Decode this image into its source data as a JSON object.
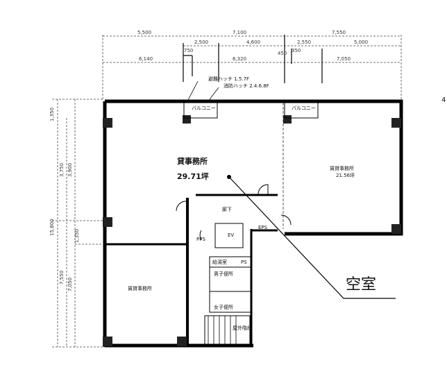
{
  "dimensions_top": {
    "row1": [
      "5,500",
      "7,100",
      "7,550"
    ],
    "row2": [
      "2,500",
      "4,600",
      "2,550",
      "5,000"
    ],
    "row3": [
      "750",
      "6,140",
      "6,320",
      "450",
      "350",
      "7,050"
    ]
  },
  "dimensions_left": [
    "1,350",
    "3,750",
    "3,900",
    "15,800",
    "1,350",
    "7,550",
    "7,050"
  ],
  "notes": {
    "hatch_escape": "避難ハッチ 1.5.7F",
    "hatch_fire": "消防ハッチ 2.4.6.8F"
  },
  "rooms": {
    "balcony_left": "バルコニー",
    "balcony_right": "バルコニー",
    "main_office": "貸事務所",
    "main_office_area": "29.71坪",
    "right_office": "賃貸事務所",
    "right_office_area": "21.56坪",
    "lower_office": "賃貸事務所",
    "corridor": "廊下",
    "ev": "EV",
    "ps": "PS",
    "eps": "EPS",
    "pps": "PPS",
    "kitchen": "給湯室",
    "mens": "男子便所",
    "womens": "女子便所",
    "stairs": "屋外階段"
  },
  "callout": "空室",
  "north_mark": "4"
}
